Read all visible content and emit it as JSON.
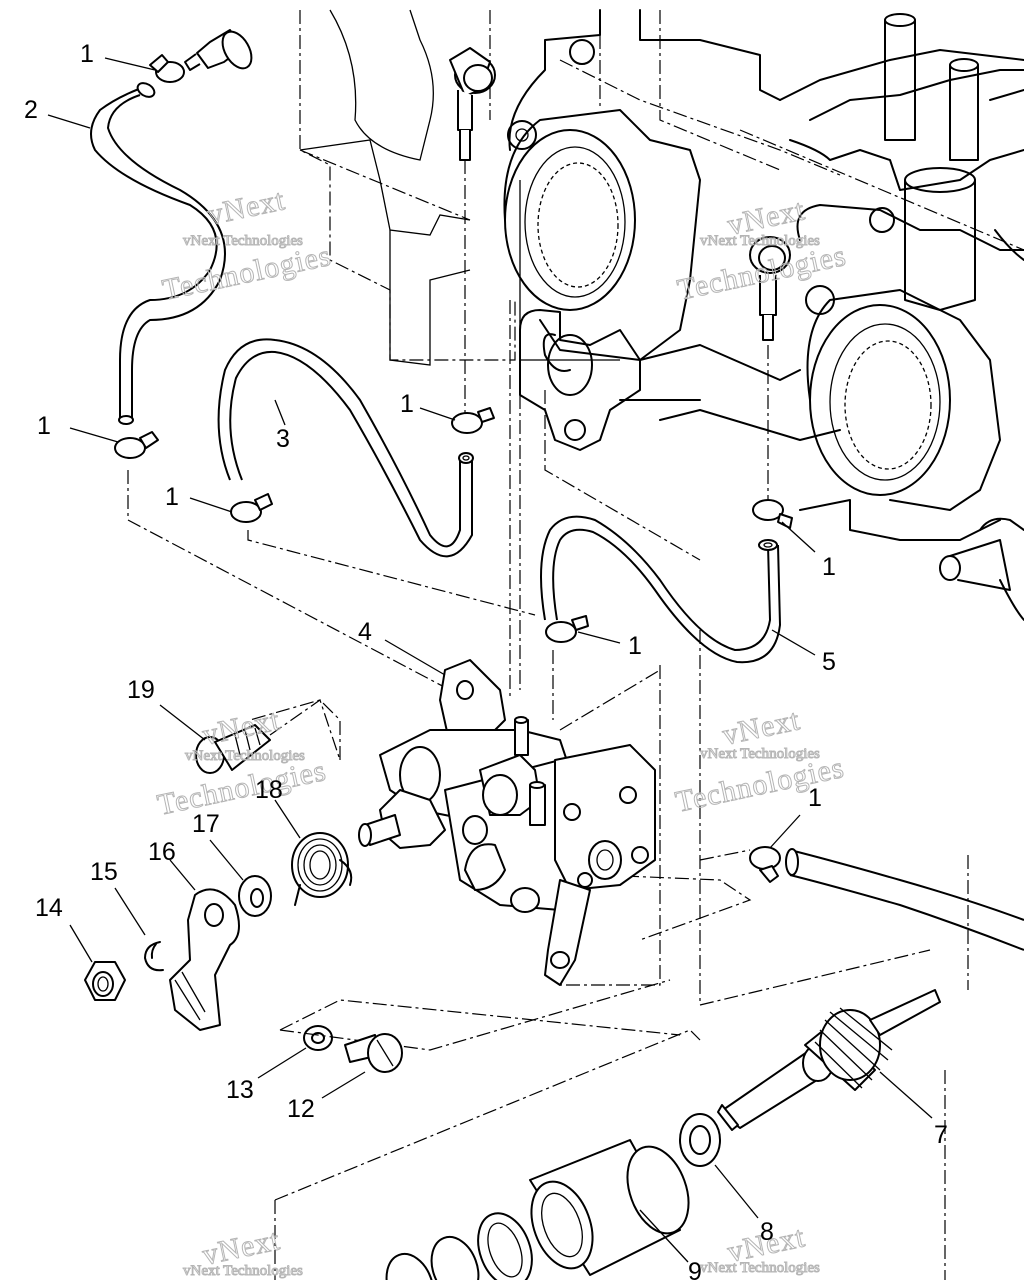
{
  "diagram": {
    "watermark": {
      "line1": "vNext Technologies",
      "line2": "vNext",
      "line3": "Technologies"
    },
    "callouts": [
      {
        "id": "c1a",
        "label": "1"
      },
      {
        "id": "c2",
        "label": "2"
      },
      {
        "id": "c1b",
        "label": "1"
      },
      {
        "id": "c3",
        "label": "3"
      },
      {
        "id": "c1c",
        "label": "1"
      },
      {
        "id": "c1d",
        "label": "1"
      },
      {
        "id": "c1e",
        "label": "1"
      },
      {
        "id": "c1f",
        "label": "1"
      },
      {
        "id": "c4",
        "label": "4"
      },
      {
        "id": "c5",
        "label": "5"
      },
      {
        "id": "c19",
        "label": "19"
      },
      {
        "id": "c18",
        "label": "18"
      },
      {
        "id": "c17",
        "label": "17"
      },
      {
        "id": "c16",
        "label": "16"
      },
      {
        "id": "c15",
        "label": "15"
      },
      {
        "id": "c14",
        "label": "14"
      },
      {
        "id": "c1g",
        "label": "1"
      },
      {
        "id": "c13",
        "label": "13"
      },
      {
        "id": "c12",
        "label": "12"
      },
      {
        "id": "c7",
        "label": "7"
      },
      {
        "id": "c8",
        "label": "8"
      },
      {
        "id": "c9",
        "label": "9"
      }
    ]
  }
}
